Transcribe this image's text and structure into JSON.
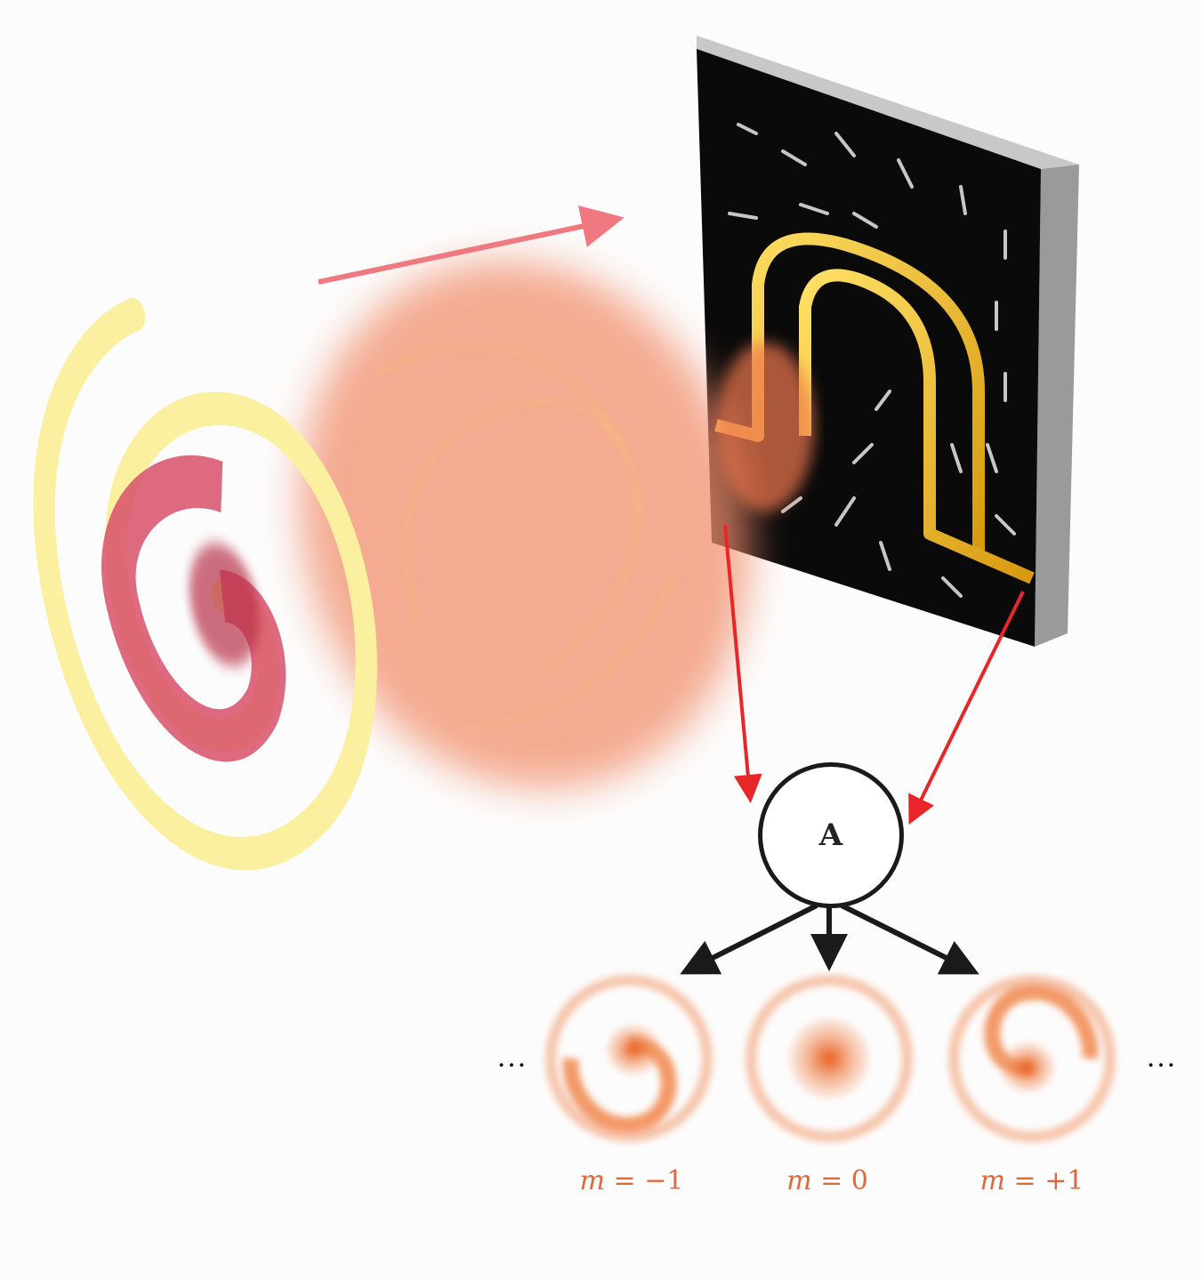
{
  "node": {
    "label": "A"
  },
  "modes": [
    {
      "symbol": "m",
      "value": "= −1"
    },
    {
      "symbol": "m",
      "value": "= 0"
    },
    {
      "symbol": "m",
      "value": "= +1"
    }
  ],
  "ellipsis_left": "…",
  "ellipsis_right": "…",
  "colors": {
    "beam": "#f08a6a",
    "waveguide": "#f2c230",
    "arrow_red": "#e8262a",
    "arrow_pink": "#f07880",
    "label": "#e0683a"
  }
}
